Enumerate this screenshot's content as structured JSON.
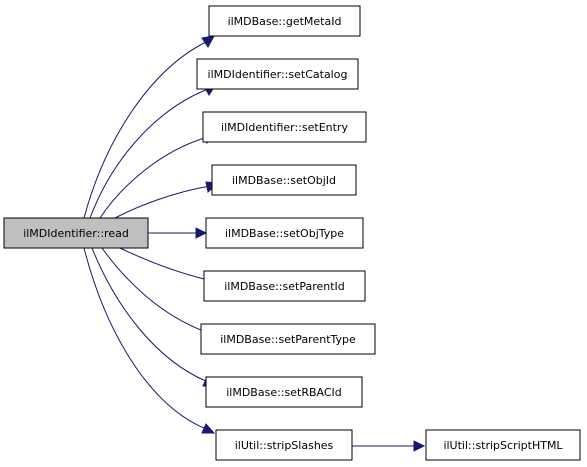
{
  "colors": {
    "root_fill": "#bfbfbf",
    "node_fill": "#ffffff",
    "node_border": "#000000",
    "edge": "#191970"
  },
  "graph": {
    "root": {
      "label": "ilMDIdentifier::read"
    },
    "callees": [
      {
        "label": "ilMDBase::getMetaId"
      },
      {
        "label": "ilMDIdentifier::setCatalog"
      },
      {
        "label": "ilMDIdentifier::setEntry"
      },
      {
        "label": "ilMDBase::setObjId"
      },
      {
        "label": "ilMDBase::setObjType"
      },
      {
        "label": "ilMDBase::setParentId"
      },
      {
        "label": "ilMDBase::setParentType"
      },
      {
        "label": "ilMDBase::setRBACId"
      },
      {
        "label": "ilUtil::stripSlashes"
      }
    ],
    "secondary": [
      {
        "label": "ilUtil::stripScriptHTML"
      }
    ]
  }
}
